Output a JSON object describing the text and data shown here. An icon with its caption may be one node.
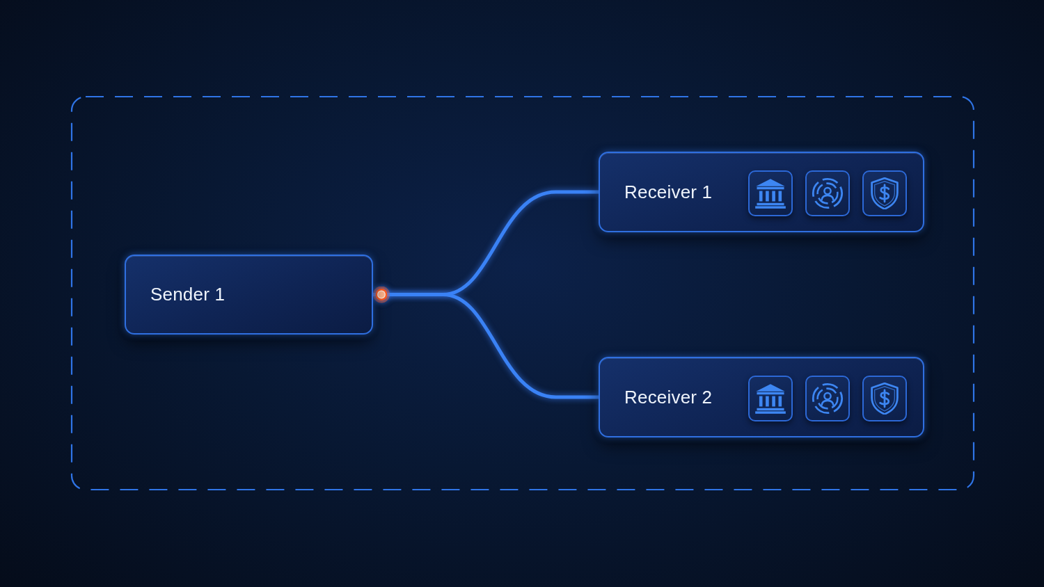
{
  "diagram": {
    "nodes": [
      {
        "text": [],
        "shape": "box"
      },
      {
        "text": [
          "Sender 1"
        ],
        "in": 0
      },
      {
        "text": [
          "Receiver 1"
        ],
        "in": 0
      },
      {
        "text": [
          "Receiver 2"
        ],
        "in": 0
      }
    ],
    "edges": [
      {
        "from": 1,
        "to": 2,
        "arrow": "other"
      },
      {
        "from": 1,
        "to": 3,
        "arrow": "other"
      }
    ]
  }
}
